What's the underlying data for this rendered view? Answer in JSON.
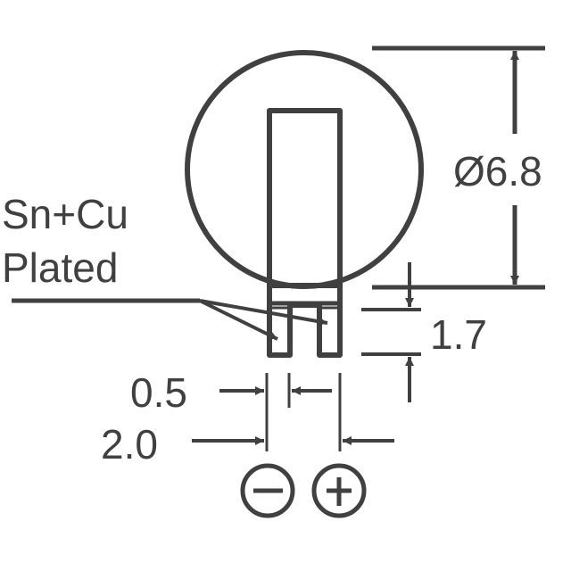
{
  "diagram": {
    "type": "mechanical-dimension-drawing",
    "subject": "coin cell battery with two pins (side view)",
    "line_color": "#404041",
    "background": "#ffffff"
  },
  "labels": {
    "plating_line1": "Sn+Cu",
    "plating_line2": "Plated"
  },
  "dimensions": {
    "diameter": "Ø6.8",
    "pin_height": "1.7",
    "pin_width": "0.5",
    "pin_pitch": "2.0"
  },
  "polarity": {
    "negative": "−",
    "positive": "+",
    "negative_icon": "minus-in-circle-icon",
    "positive_icon": "plus-in-circle-icon"
  }
}
